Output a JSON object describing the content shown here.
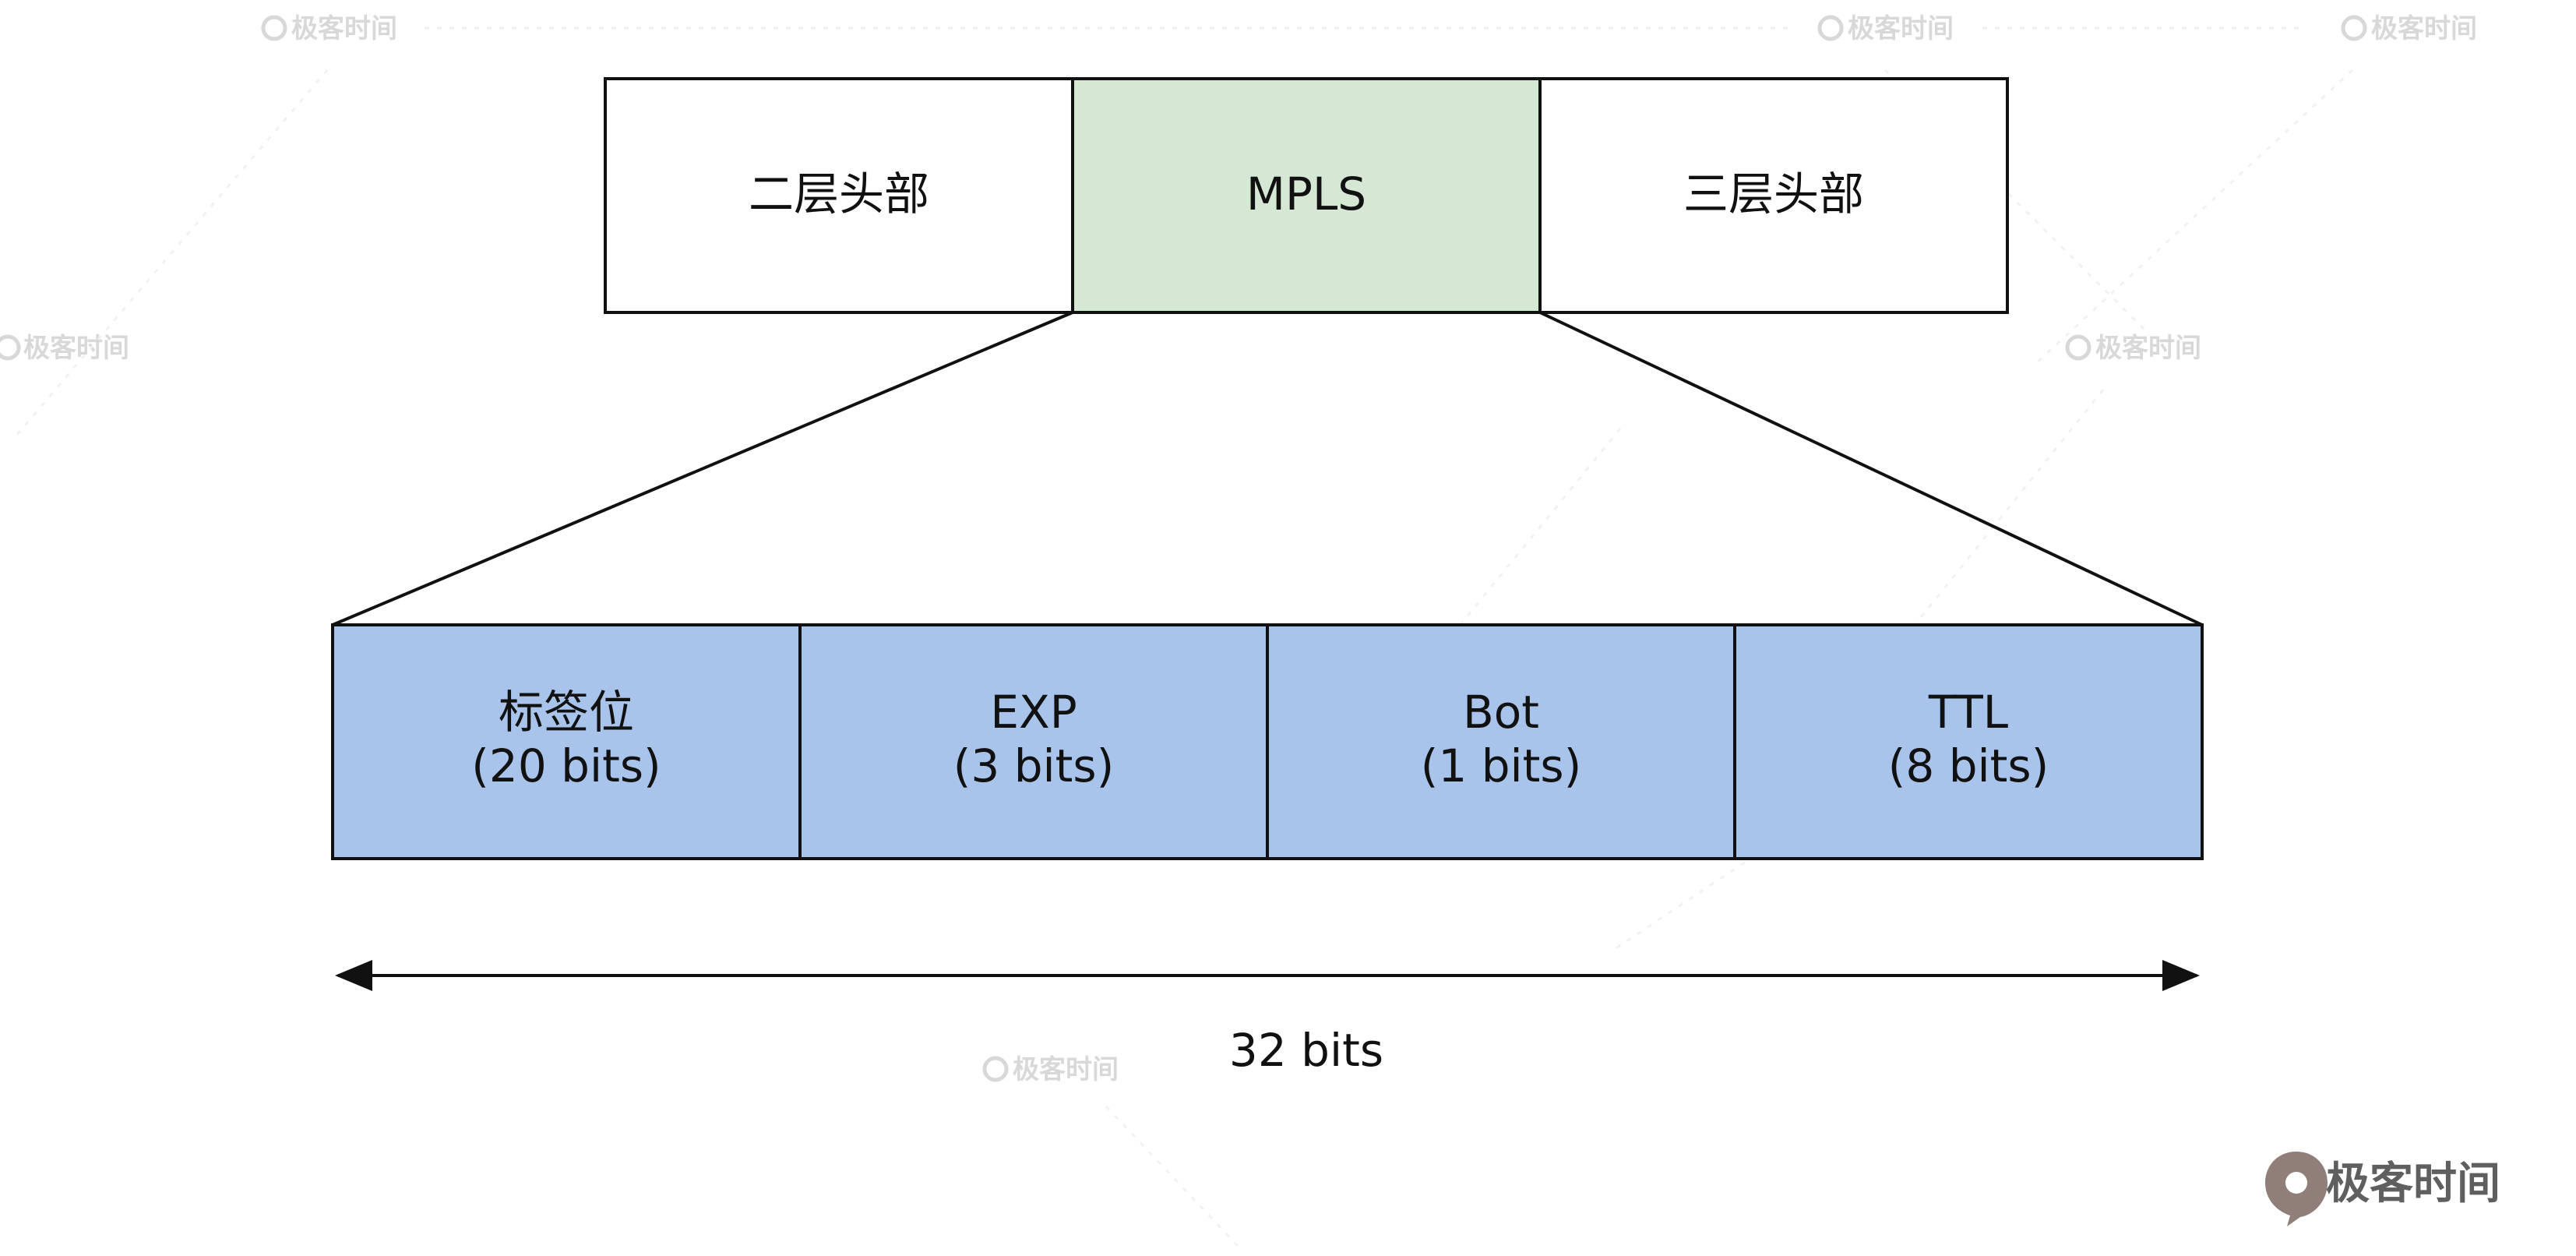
{
  "header_boxes": [
    {
      "label": "二层头部",
      "fill": "#ffffff"
    },
    {
      "label": "MPLS",
      "fill": "#d5e8d4"
    },
    {
      "label": "三层头部",
      "fill": "#ffffff"
    }
  ],
  "mpls_fields": [
    {
      "name": "标签位",
      "bits": "(20 bits)"
    },
    {
      "name": "EXP",
      "bits": "(3 bits)"
    },
    {
      "name": "Bot",
      "bits": "(1 bits)"
    },
    {
      "name": "TTL",
      "bits": "(8 bits)"
    }
  ],
  "field_fill": "#a9c4eb",
  "total_width_label": "32 bits",
  "brand": "极客时间",
  "watermark": "极客时间",
  "colors": {
    "stroke": "#111111",
    "brand": "#5f5f5f",
    "watermark": "#d8d8d8"
  }
}
